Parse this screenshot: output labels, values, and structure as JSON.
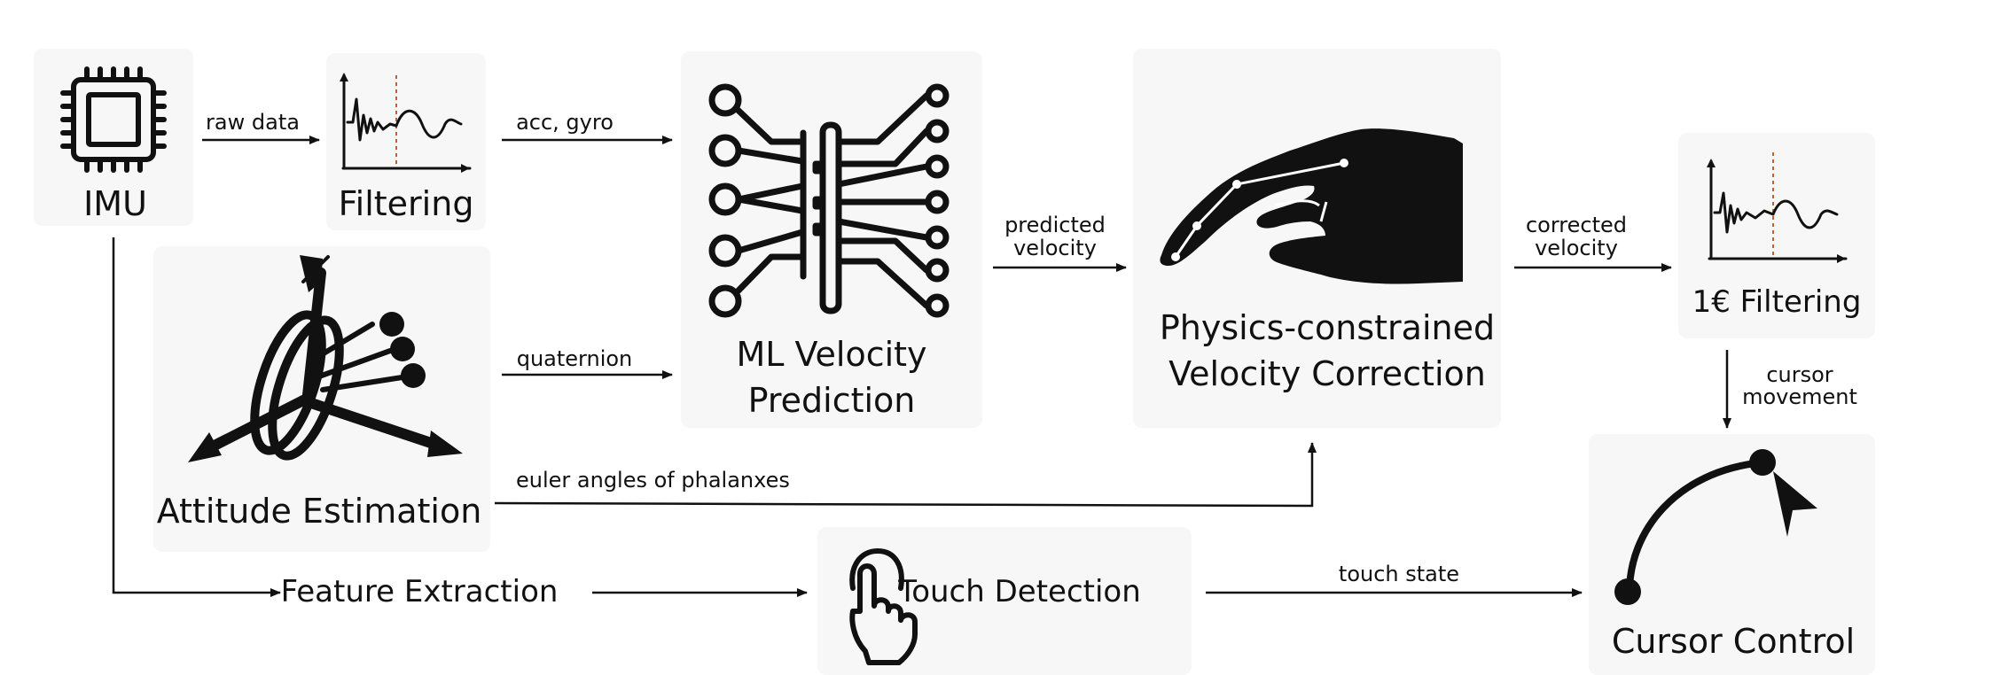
{
  "nodes": {
    "imu": "IMU",
    "filtering": "Filtering",
    "ml_line1": "ML Velocity",
    "ml_line2": "Prediction",
    "physics_line1": "Physics-constrained",
    "physics_line2": "Velocity Correction",
    "one_euro": "1€ Filtering",
    "attitude": "Attitude Estimation",
    "feature": "Feature Extraction",
    "touch": "Touch Detection",
    "cursor": "Cursor Control"
  },
  "edges": {
    "raw_data": "raw data",
    "acc_gyro": "acc, gyro",
    "quaternion": "quaternion",
    "predicted_1": "predicted",
    "predicted_2": "velocity",
    "corrected_1": "corrected",
    "corrected_2": "velocity",
    "cursor_1": "cursor",
    "cursor_2": "movement",
    "euler": "euler angles of phalanxes",
    "touch_state": "touch state"
  },
  "icons": {
    "imu": "chip-icon",
    "filtering": "signal-plot-icon",
    "ml": "neural-network-icon",
    "physics": "hand-icon",
    "one_euro": "signal-plot-icon",
    "attitude": "gyroscope-icon",
    "touch": "tap-finger-icon",
    "cursor": "cursor-arc-icon"
  },
  "colors": {
    "box": "#f7f7f7",
    "ink": "#111111",
    "marker": "#c0622a"
  }
}
